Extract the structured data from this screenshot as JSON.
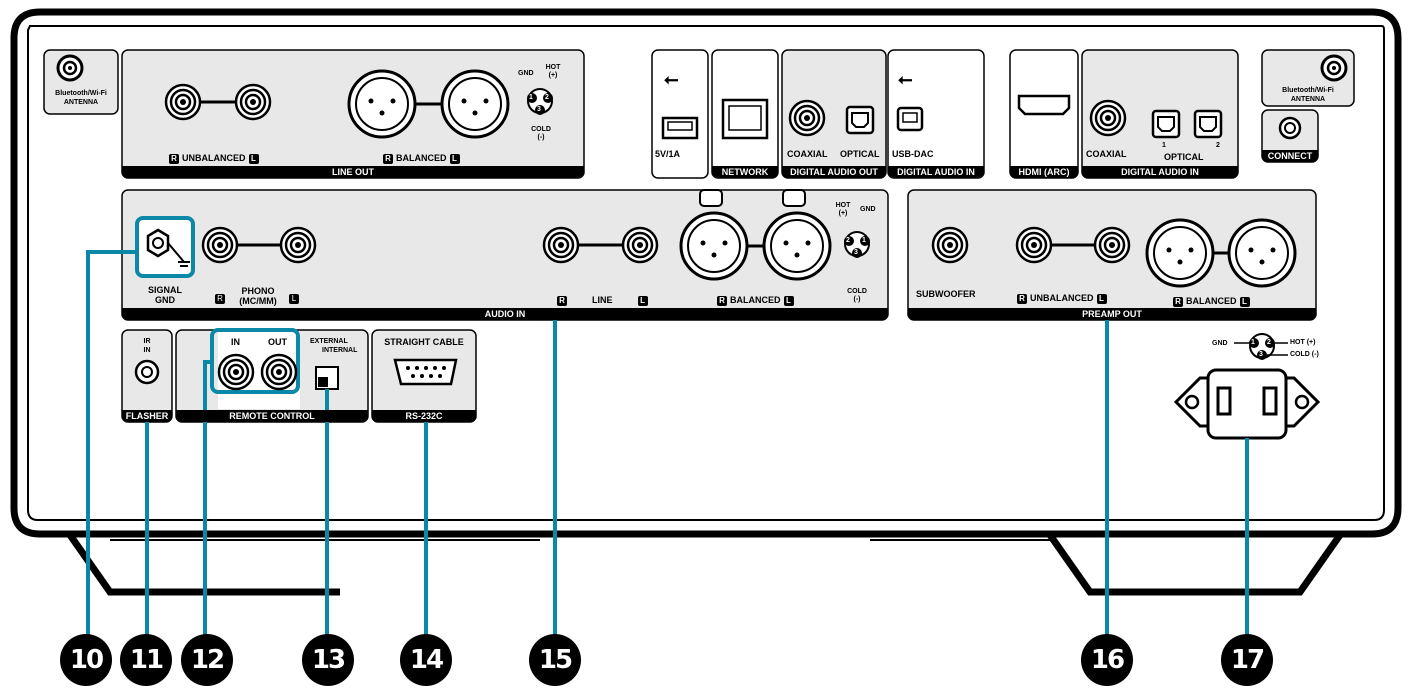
{
  "panel": {
    "bt_left": [
      "Bluetooth/Wi-Fi",
      "ANTENNA"
    ],
    "bt_right": [
      "Bluetooth/Wi-Fi",
      "ANTENNA"
    ],
    "line_out": {
      "section": "LINE OUT",
      "unbalanced": "UNBALANCED",
      "balanced": "BALANCED",
      "r": "R",
      "l": "L",
      "pin_gnd": "GND",
      "pin_hot": [
        "HOT",
        "(+)"
      ],
      "pin_cold": [
        "COLD",
        "(-)"
      ],
      "pins": [
        "1",
        "2",
        "3"
      ]
    },
    "usb": {
      "rating": "5V/1A",
      "symbol": "⭠"
    },
    "network": "NETWORK",
    "digital_out": {
      "section": "DIGITAL AUDIO OUT",
      "coaxial": "COAXIAL",
      "optical": "OPTICAL"
    },
    "usb_dac": {
      "label": "USB-DAC",
      "section": "DIGITAL AUDIO IN"
    },
    "hdmi": "HDMI (ARC)",
    "digital_in": {
      "section": "DIGITAL AUDIO IN",
      "coaxial": "COAXIAL",
      "optical": "OPTICAL",
      "n1": "1",
      "n2": "2"
    },
    "connect": "CONNECT",
    "audio_in": {
      "section": "AUDIO IN",
      "signal_gnd": [
        "SIGNAL",
        "GND"
      ],
      "phono": [
        "PHONO",
        "(MC/MM)"
      ],
      "line": "LINE",
      "balanced": "BALANCED",
      "r": "R",
      "l": "L",
      "pin_hot": [
        "HOT",
        "(+)"
      ],
      "pin_gnd": "GND",
      "pin_cold": [
        "COLD",
        "(-)"
      ],
      "pins": [
        "2",
        "1",
        "3"
      ]
    },
    "preamp_out": {
      "section": "PREAMP OUT",
      "subwoofer": "SUBWOOFER",
      "unbalanced": "UNBALANCED",
      "balanced": "BALANCED",
      "r": "R",
      "l": "L"
    },
    "flasher": {
      "section": "FLASHER",
      "ir": [
        "IR",
        "IN"
      ]
    },
    "remote": {
      "section": "REMOTE CONTROL",
      "in": "IN",
      "out": "OUT",
      "external": "EXTERNAL",
      "internal": "INTERNAL"
    },
    "rs232c": {
      "section": "RS-232C",
      "cable": "STRAIGHT CABLE"
    },
    "power_pins": {
      "gnd": "GND",
      "hot": "HOT (+)",
      "cold": "COLD (-)",
      "pins": [
        "1",
        "2",
        "3"
      ]
    }
  },
  "callouts": [
    "10",
    "11",
    "12",
    "13",
    "14",
    "15",
    "16",
    "17"
  ]
}
